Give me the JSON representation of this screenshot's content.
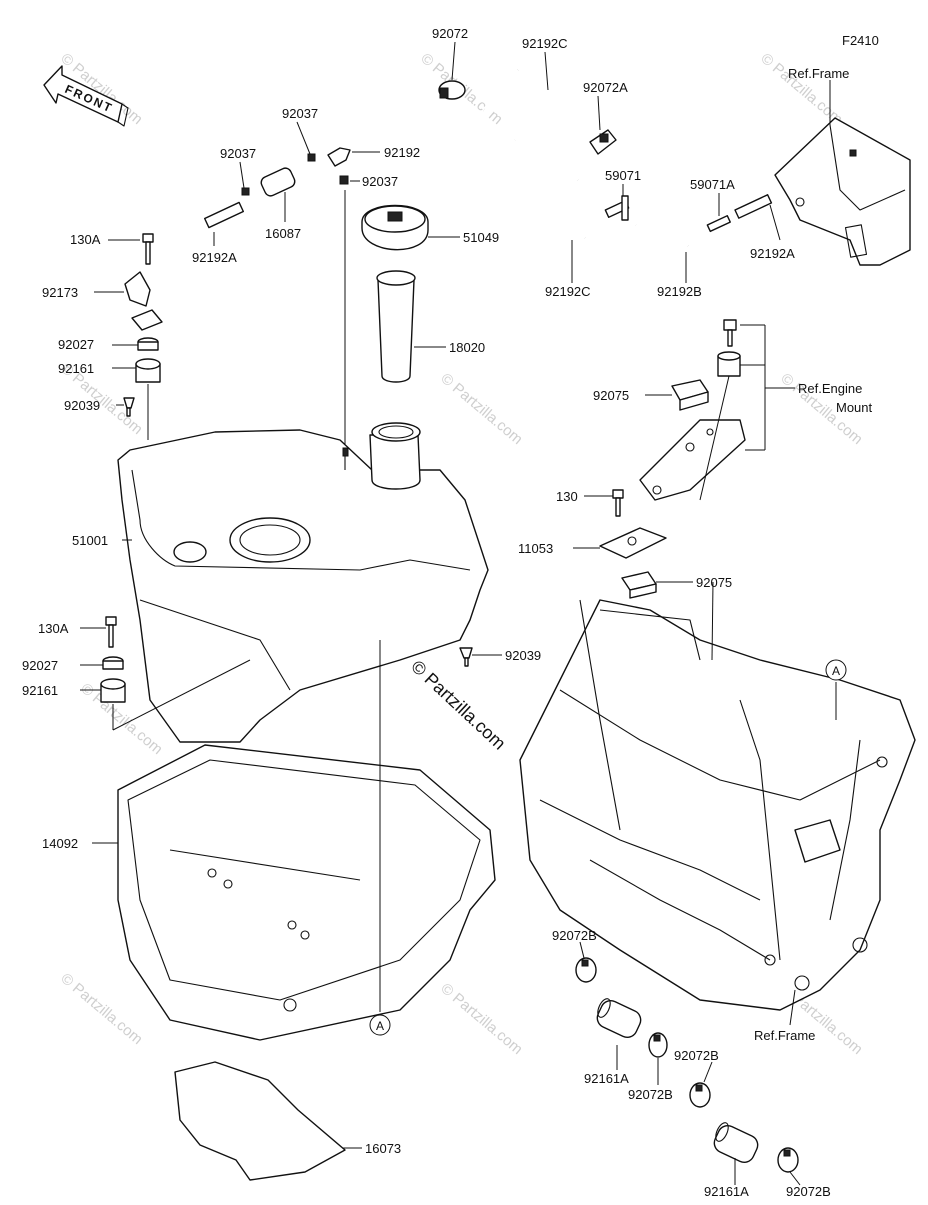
{
  "figure_code": "F2410",
  "front_label": "FRONT",
  "watermark_center": "© Partzilla.com",
  "watermark_tile": "© Partzilla.com",
  "ref_labels": {
    "frame_top": "Ref.Frame",
    "engine_mount_line1": "Ref.Engine",
    "engine_mount_line2": "Mount",
    "frame_bottom": "Ref.Frame"
  },
  "callouts": {
    "a_center": "A",
    "a_right": "A"
  },
  "parts": {
    "p92072_top": "92072",
    "p92192C_top": "92192C",
    "p92072A": "92072A",
    "p92037_a": "92037",
    "p92037_b": "92037",
    "p92192": "92192",
    "p92037_c": "92037",
    "p59071": "59071",
    "p59071A": "59071A",
    "p16087": "16087",
    "p92192A_left": "92192A",
    "p51049": "51049",
    "p92192C_bottom": "92192C",
    "p92192B": "92192B",
    "p92192A_right": "92192A",
    "p130A_top": "130A",
    "p92173": "92173",
    "p92027_top": "92027",
    "p18020": "18020",
    "p92161_top": "92161",
    "p92039_left": "92039",
    "p92075_top": "92075",
    "p130": "130",
    "p11053": "11053",
    "p51001": "51001",
    "p92075_mid": "92075",
    "p130A_bottom": "130A",
    "p92039_right": "92039",
    "p92027_bottom": "92027",
    "p92161_bottom": "92161",
    "p14092": "14092",
    "p92072B_a": "92072B",
    "p92072B_b": "92072B",
    "p92161A_a": "92161A",
    "p92072B_c": "92072B",
    "p92161A_b": "92161A",
    "p16073": "16073",
    "p92072B_d": "92072B"
  }
}
